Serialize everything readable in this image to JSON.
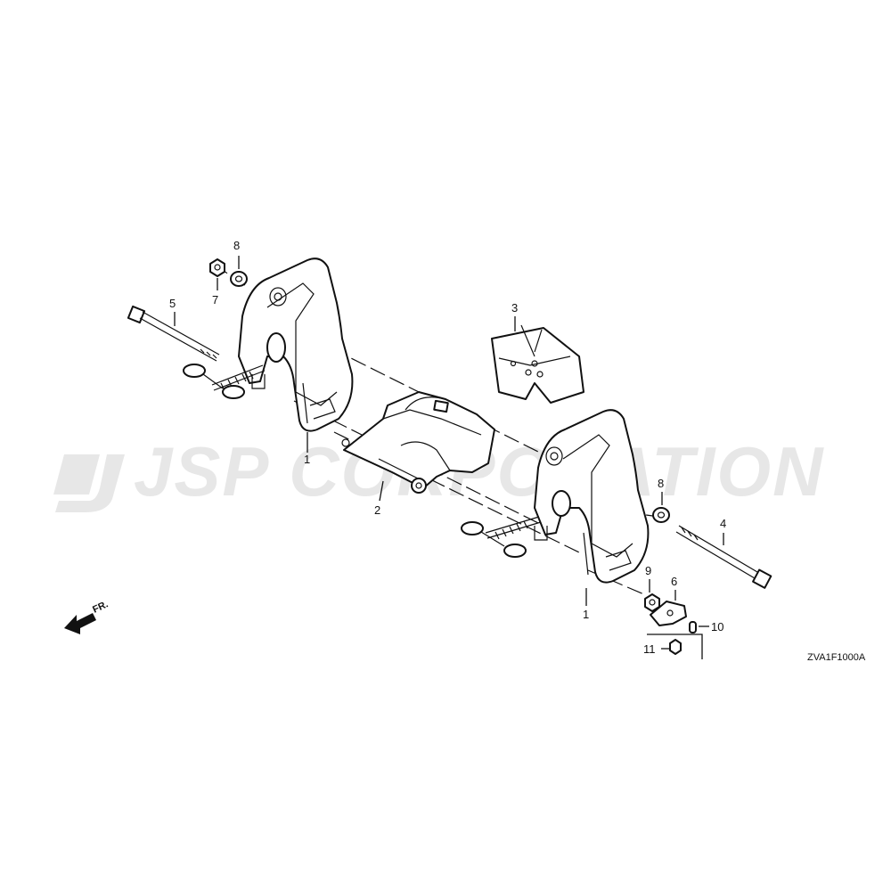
{
  "watermark": {
    "text": "JSP CORPORATION"
  },
  "diagram_code": "ZVA1F1000A",
  "front_indicator": {
    "text": "FR."
  },
  "callouts": {
    "c1a": "1",
    "c1b": "1",
    "c2": "2",
    "c3": "3",
    "c4": "4",
    "c5": "5",
    "c6": "6",
    "c7": "7",
    "c8a": "8",
    "c8b": "8",
    "c9": "9",
    "c10": "10",
    "c11": "11"
  }
}
